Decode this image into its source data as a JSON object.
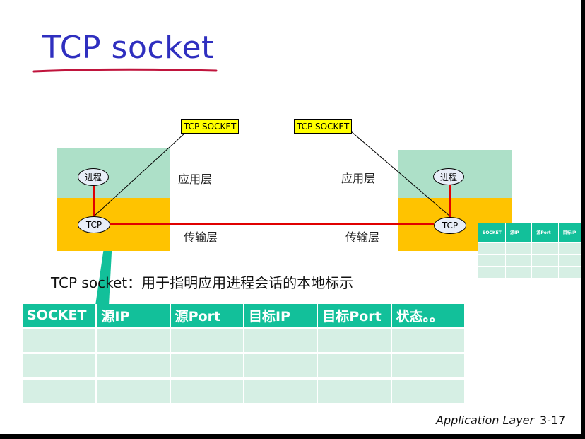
{
  "title": "TCP socket",
  "labels": {
    "socket_left": "TCP SOCKET",
    "socket_right": "TCP SOCKET",
    "process": "进程",
    "tcp": "TCP",
    "app_layer": "应用层",
    "transport_layer": "传输层"
  },
  "description": "TCP socket：用于指明应用进程会话的本地标示",
  "socket_table": {
    "headers": [
      "SOCKET",
      "源IP",
      "源Port",
      "目标IP",
      "目标Port",
      "状态。。"
    ],
    "rows": [
      [
        "",
        "",
        "",
        "",
        "",
        ""
      ],
      [
        "",
        "",
        "",
        "",
        "",
        ""
      ],
      [
        "",
        "",
        "",
        "",
        "",
        ""
      ]
    ]
  },
  "small_table": {
    "headers": [
      "SOCKET",
      "源IP",
      "源Port",
      "目标IP"
    ],
    "rows": [
      [
        "",
        "",
        "",
        ""
      ],
      [
        "",
        "",
        "",
        ""
      ],
      [
        "",
        "",
        "",
        ""
      ]
    ]
  },
  "footer": {
    "section": "Application Layer",
    "page": "3-17"
  },
  "colors": {
    "title": "#2f2fbf",
    "underline": "#c0143c",
    "app_band": "#ade0c8",
    "transport_band": "#ffc300",
    "connection": "#e00000",
    "table_header": "#12c09a",
    "table_cell": "#d6efe4",
    "callout": "#12c09a"
  }
}
